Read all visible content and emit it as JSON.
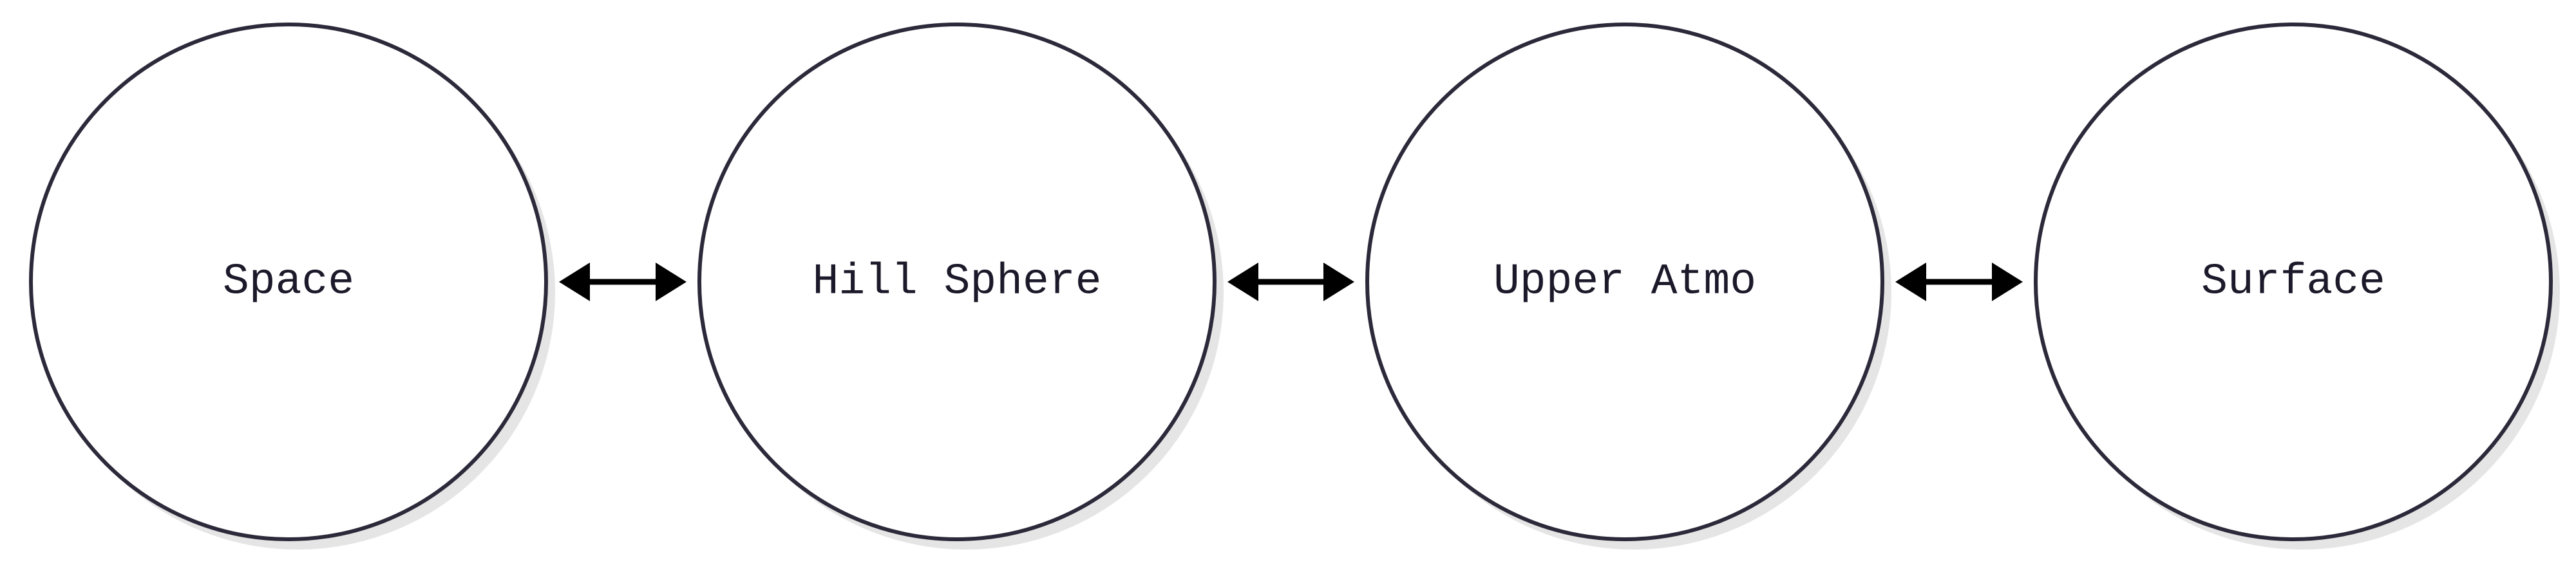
{
  "diagram": {
    "nodes": [
      {
        "id": "space",
        "label": "Space"
      },
      {
        "id": "hill-sphere",
        "label": "Hill Sphere"
      },
      {
        "id": "upper-atmo",
        "label": "Upper Atmo"
      },
      {
        "id": "surface",
        "label": "Surface"
      }
    ],
    "edges": [
      {
        "from": "space",
        "to": "hill-sphere",
        "direction": "bidirectional"
      },
      {
        "from": "hill-sphere",
        "to": "upper-atmo",
        "direction": "bidirectional"
      },
      {
        "from": "upper-atmo",
        "to": "surface",
        "direction": "bidirectional"
      }
    ],
    "colors": {
      "node_stroke": "#2c2a3a",
      "node_fill": "#ffffff",
      "label": "#1c1a2a",
      "arrow": "#000000"
    }
  }
}
